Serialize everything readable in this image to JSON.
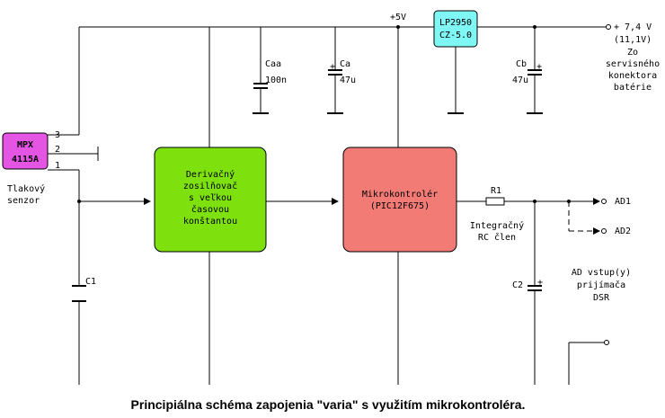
{
  "caption": "Principiálna schéma zapojenia \"varia\" s využitím mikrokontroléra.",
  "sensor": {
    "line1": "MPX",
    "line2": "4115A",
    "pin3": "3",
    "pin2": "2",
    "pin1": "1",
    "label1": "Tlakový",
    "label2": "senzor"
  },
  "amplifier": {
    "line1": "Derivačný",
    "line2": "zosilňovač",
    "line3": "s veľkou",
    "line4": "časovou",
    "line5": "konštantou"
  },
  "mcu": {
    "line1": "Mikrokontrolér",
    "line2": "(PIC12F675)"
  },
  "regulator": {
    "line1": "LP2950",
    "line2": "CZ-5.0"
  },
  "rail_label": "+5V",
  "supply": {
    "line1": "+ 7,4 V",
    "line2": "(11,1V)",
    "line3": "Zo",
    "line4": "servisného",
    "line5": "konektora",
    "line6": "batérie"
  },
  "caa": {
    "name": "Caa",
    "value": "100n"
  },
  "ca": {
    "name": "Ca",
    "value": "47u"
  },
  "cb": {
    "name": "Cb",
    "value": "47u"
  },
  "c1": {
    "name": "C1"
  },
  "c2": {
    "name": "C2"
  },
  "r1": {
    "name": "R1"
  },
  "rc": {
    "line1": "Integračný",
    "line2": "RC člen"
  },
  "outputs": {
    "ad1": "AD1",
    "ad2": "AD2"
  },
  "receiver": {
    "line1": "AD vstup(y)",
    "line2": "prijímača",
    "line3": "DSR"
  },
  "colors": {
    "sensor": "#e455e4",
    "amplifier": "#7ee00c",
    "mcu": "#f27b76",
    "regulator": "#7ff7f5"
  }
}
